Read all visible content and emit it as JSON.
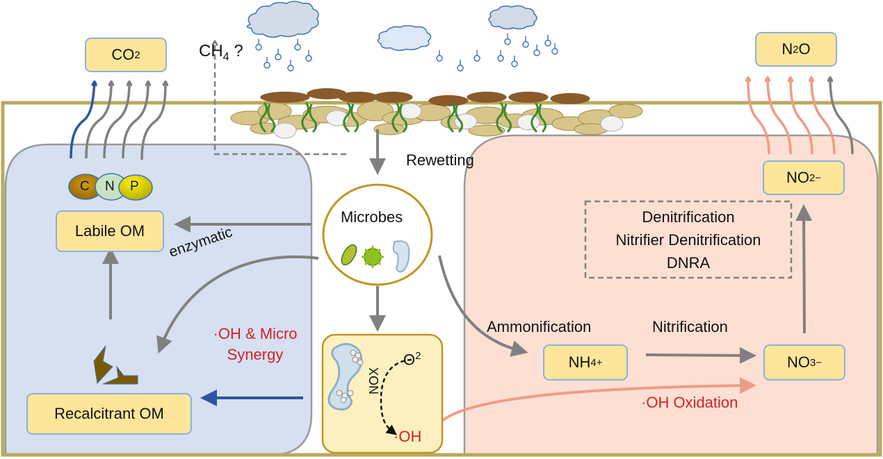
{
  "title": "Soil rewetting: carbon and nitrogen transformation pathways",
  "top": {
    "co2": {
      "base": "CO",
      "sub": "2"
    },
    "ch4": {
      "base": "CH",
      "sub": "4",
      "suffix": "?"
    },
    "n2o": {
      "base": "N",
      "sub": "2",
      "tail": "O"
    },
    "rewetting": "Rewetting"
  },
  "carbon_panel": {
    "cnp": [
      "C",
      "N",
      "P"
    ],
    "labile_om": "Labile OM",
    "recalcitrant_om": "Recalcitrant OM",
    "enzymatic": "enzymatic",
    "synergy_line1": "·OH & Micro",
    "synergy_line2": "Synergy"
  },
  "center": {
    "microbes": "Microbes",
    "nox": "NOX",
    "o2": {
      "base": "O",
      "sup": "2"
    },
    "oh": "·OH"
  },
  "nitrogen_panel": {
    "ammonification": "Ammonification",
    "nitrification": "Nitrification",
    "nh4": {
      "base": "NH",
      "sub": "4",
      "sup": "+"
    },
    "no3": {
      "base": "NO",
      "sub": "3",
      "sup": "−"
    },
    "no2": {
      "base": "NO",
      "sub": "2",
      "sup": "−"
    },
    "processes": [
      "Denitrification",
      "Nitrifier Denitrification",
      "DNRA"
    ],
    "oh_oxidation": "·OH Oxidation"
  },
  "colors": {
    "frame": "#b9a95c",
    "carbon_panel": "#d6e0f0",
    "nitrogen_panel": "#fde0d3",
    "box_fill": "#fde59a",
    "box_border": "#8eb0dc",
    "arrow_gray": "#808080",
    "arrow_blue": "#2c56a0",
    "arrow_salmon": "#ef9c86",
    "red_text": "#d4202a",
    "microbe_ring": "#c09520"
  }
}
